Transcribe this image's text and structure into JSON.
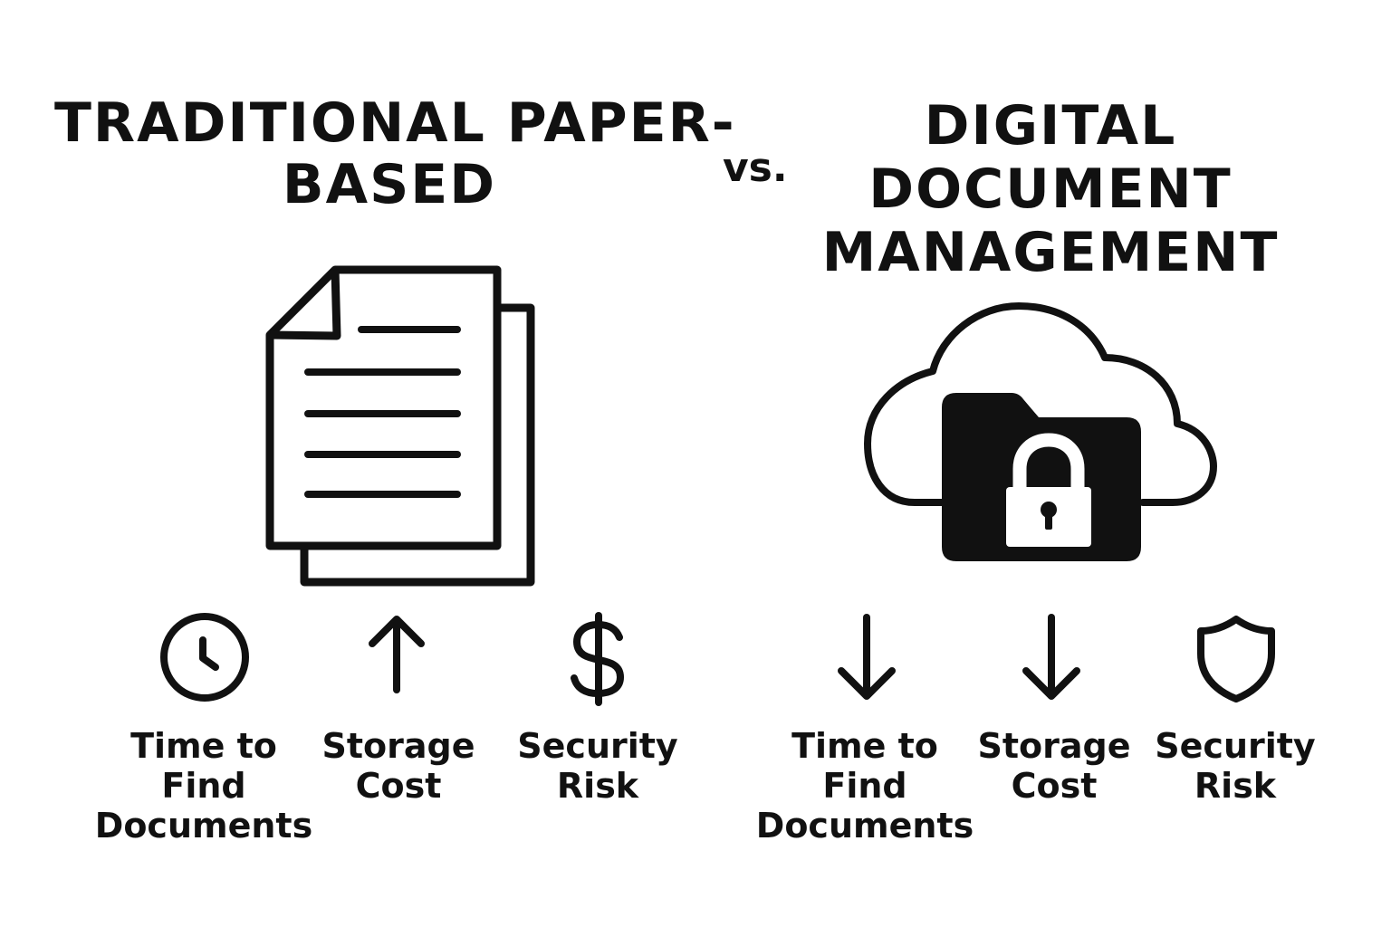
{
  "left": {
    "title_lines": [
      "TRADITIONAL PAPER-",
      "BASED"
    ],
    "icon": "paper-documents-icon",
    "metrics": [
      {
        "icon": "clock-icon",
        "label_lines": [
          "Time to",
          "Find",
          "Documents"
        ]
      },
      {
        "icon": "arrow-up-icon",
        "label_lines": [
          "Storage",
          "Cost"
        ]
      },
      {
        "icon": "dollar-icon",
        "label_lines": [
          "Security",
          "Risk"
        ]
      }
    ]
  },
  "separator": "vs.",
  "right": {
    "title_lines": [
      "DIGITAL",
      "DOCUMENT",
      "MANAGEMENT"
    ],
    "icon": "cloud-folder-lock-icon",
    "metrics": [
      {
        "icon": "arrow-down-icon",
        "label_lines": [
          "Time to",
          "Find",
          "Documents"
        ]
      },
      {
        "icon": "arrow-down-icon",
        "label_lines": [
          "Storage",
          "Cost"
        ]
      },
      {
        "icon": "shield-icon",
        "label_lines": [
          "Security",
          "Risk"
        ]
      }
    ]
  },
  "colors": {
    "ink": "#111111",
    "background": "#ffffff"
  }
}
